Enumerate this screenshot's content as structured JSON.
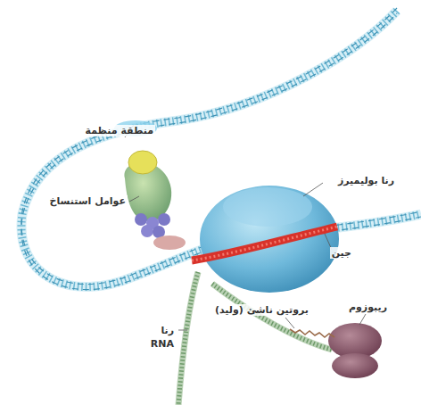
{
  "diagram": {
    "labels": [
      "منطقة منظمة",
      "عوامل استنساخ",
      "رنا بوليميرز",
      "جين",
      "رنا",
      "RNA",
      "بروتين ناشئ (وليد)",
      "ريبوزوم"
    ]
  }
}
